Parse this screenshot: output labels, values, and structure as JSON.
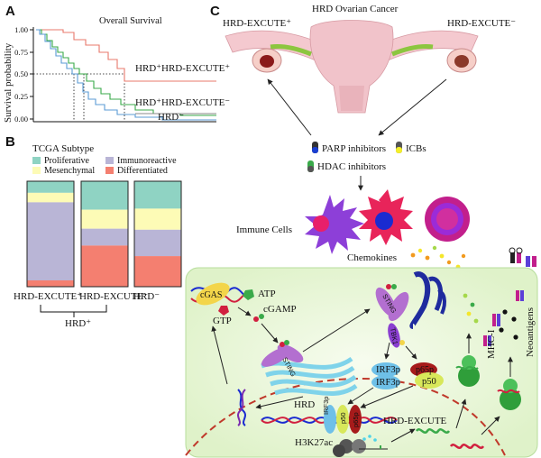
{
  "panel_labels": [
    "A",
    "B",
    "C"
  ],
  "panelA": {
    "title": "Overall Survival",
    "ylabel": "Survival probability",
    "yticks": [
      "1.00",
      "0.75",
      "0.50",
      "0.25",
      "0.00"
    ],
    "curves": {
      "pos_pos": "HRD⁺HRD-EXCUTE⁺",
      "pos_neg": "HRD⁺HRD-EXCUTE⁻",
      "neg": "HRD⁻"
    },
    "colors": {
      "pos_pos": "#e8786b",
      "pos_neg": "#3aaa4a",
      "neg": "#5b9bd5"
    }
  },
  "panelB": {
    "title": "TCGA Subtype",
    "legend": [
      "Proliferative",
      "Immunoreactive",
      "Mesenchymal",
      "Differentiated"
    ],
    "colors": {
      "Proliferative": "#8fd3c3",
      "Immunoreactive": "#b9b5d6",
      "Mesenchymal": "#fdfbb6",
      "Differentiated": "#f47f70"
    },
    "bars": [
      {
        "label": "HRD-EXCUTE⁺",
        "Proliferative": 0.11,
        "Mesenchymal": 0.09,
        "Immunoreactive": 0.74,
        "Differentiated": 0.06
      },
      {
        "label": "HRD-EXCUTE⁻",
        "Proliferative": 0.27,
        "Mesenchymal": 0.18,
        "Immunoreactive": 0.16,
        "Differentiated": 0.39
      },
      {
        "label": "HRD⁻",
        "Proliferative": 0.26,
        "Mesenchymal": 0.2,
        "Immunoreactive": 0.25,
        "Differentiated": 0.29
      }
    ],
    "group_label": "HRD⁺"
  },
  "panelC": {
    "title": "HRD Ovarian Cancer",
    "ovary_left": "HRD-EXCUTE⁺",
    "ovary_right": "HRD-EXCUTE⁻",
    "drugs": {
      "parp": "PARP inhibitors",
      "icb": "ICBs",
      "hdac": "HDAC inhibitors"
    },
    "immune_cells": "Immune Cells",
    "chemokines": "Chemokines",
    "labels": {
      "cgas": "cGAS",
      "atp": "ATP",
      "gtp": "GTP",
      "cgamp": "cGAMP",
      "sting": "STING",
      "tbk1": "TBK1",
      "irf3p": "IRF3p",
      "p65": "p65",
      "p50": "p50",
      "p65p": "p65p",
      "hrd": "HRD",
      "hrd_excute": "HRD-EXCUTE",
      "h3k27ac": "H3K27ac",
      "mhc": "MHC-I",
      "neoantigens": "Neoantigens"
    }
  }
}
